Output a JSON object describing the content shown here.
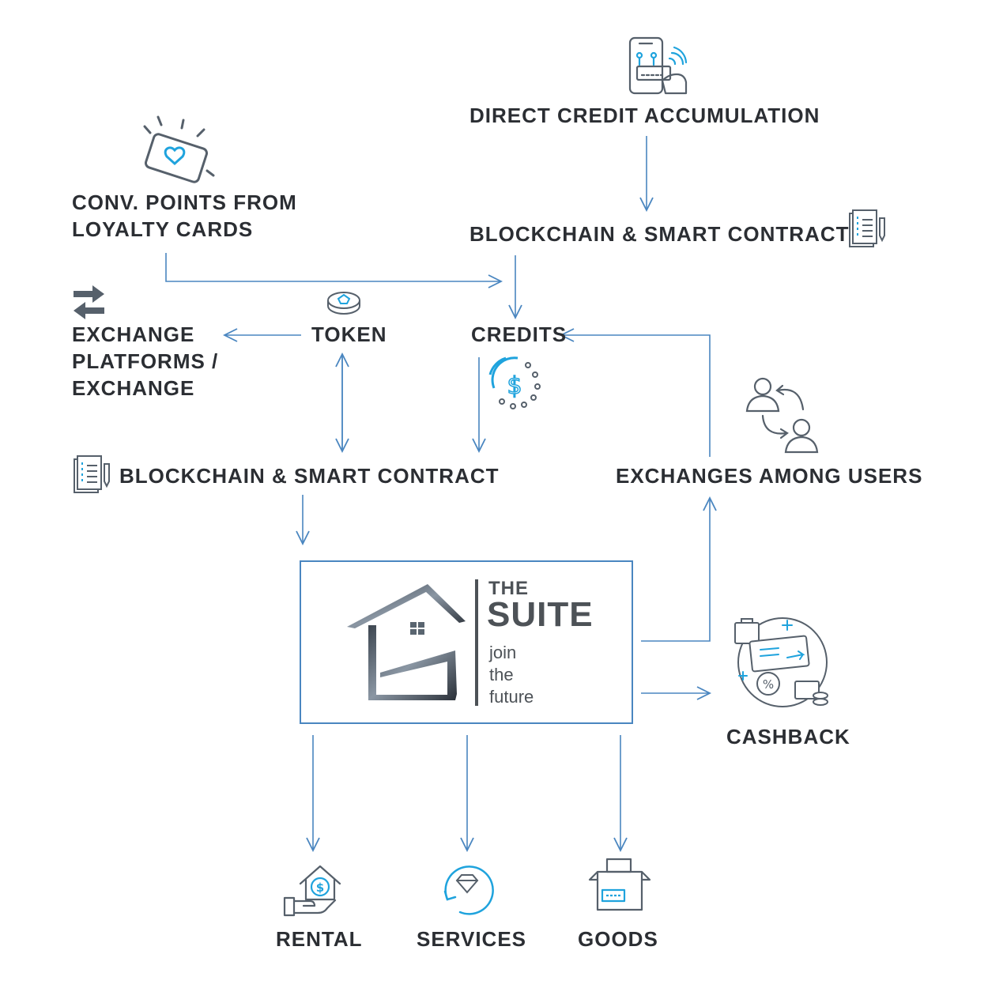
{
  "labels": {
    "direct_credit": "DIRECT CREDIT ACCUMULATION",
    "blockchain_top": "BLOCKCHAIN & SMART CONTRACT",
    "conv_points_line1": "CONV. POINTS FROM",
    "conv_points_line2": "LOYALTY CARDS",
    "exchange_line1": "EXCHANGE",
    "exchange_line2": "PLATFORMS /",
    "exchange_line3": "EXCHANGE",
    "token": "TOKEN",
    "credits": "CREDITS",
    "blockchain_mid": "BLOCKCHAIN & SMART CONTRACT",
    "exchanges_users": "EXCHANGES AMONG USERS",
    "cashback": "CASHBACK",
    "rental": "RENTAL",
    "services": "SERVICES",
    "goods": "GOODS"
  },
  "logo": {
    "the": "THE",
    "suite": "SUITE",
    "tag1": "join",
    "tag2": "the",
    "tag3": "future"
  },
  "colors": {
    "arrow": "#4a86c0",
    "text": "#2b2e33",
    "icon_gray": "#56606b",
    "icon_blue": "#1fa3dd"
  },
  "icons": [
    "phone-payment-icon",
    "contract-document-icon",
    "loyalty-card-icon",
    "exchange-arrows-icon",
    "coin-icon",
    "dollar-cycle-icon",
    "users-exchange-icon",
    "travel-cashback-icon",
    "house-dollar-icon",
    "diamond-service-icon",
    "box-goods-icon",
    "house-logo-icon"
  ]
}
